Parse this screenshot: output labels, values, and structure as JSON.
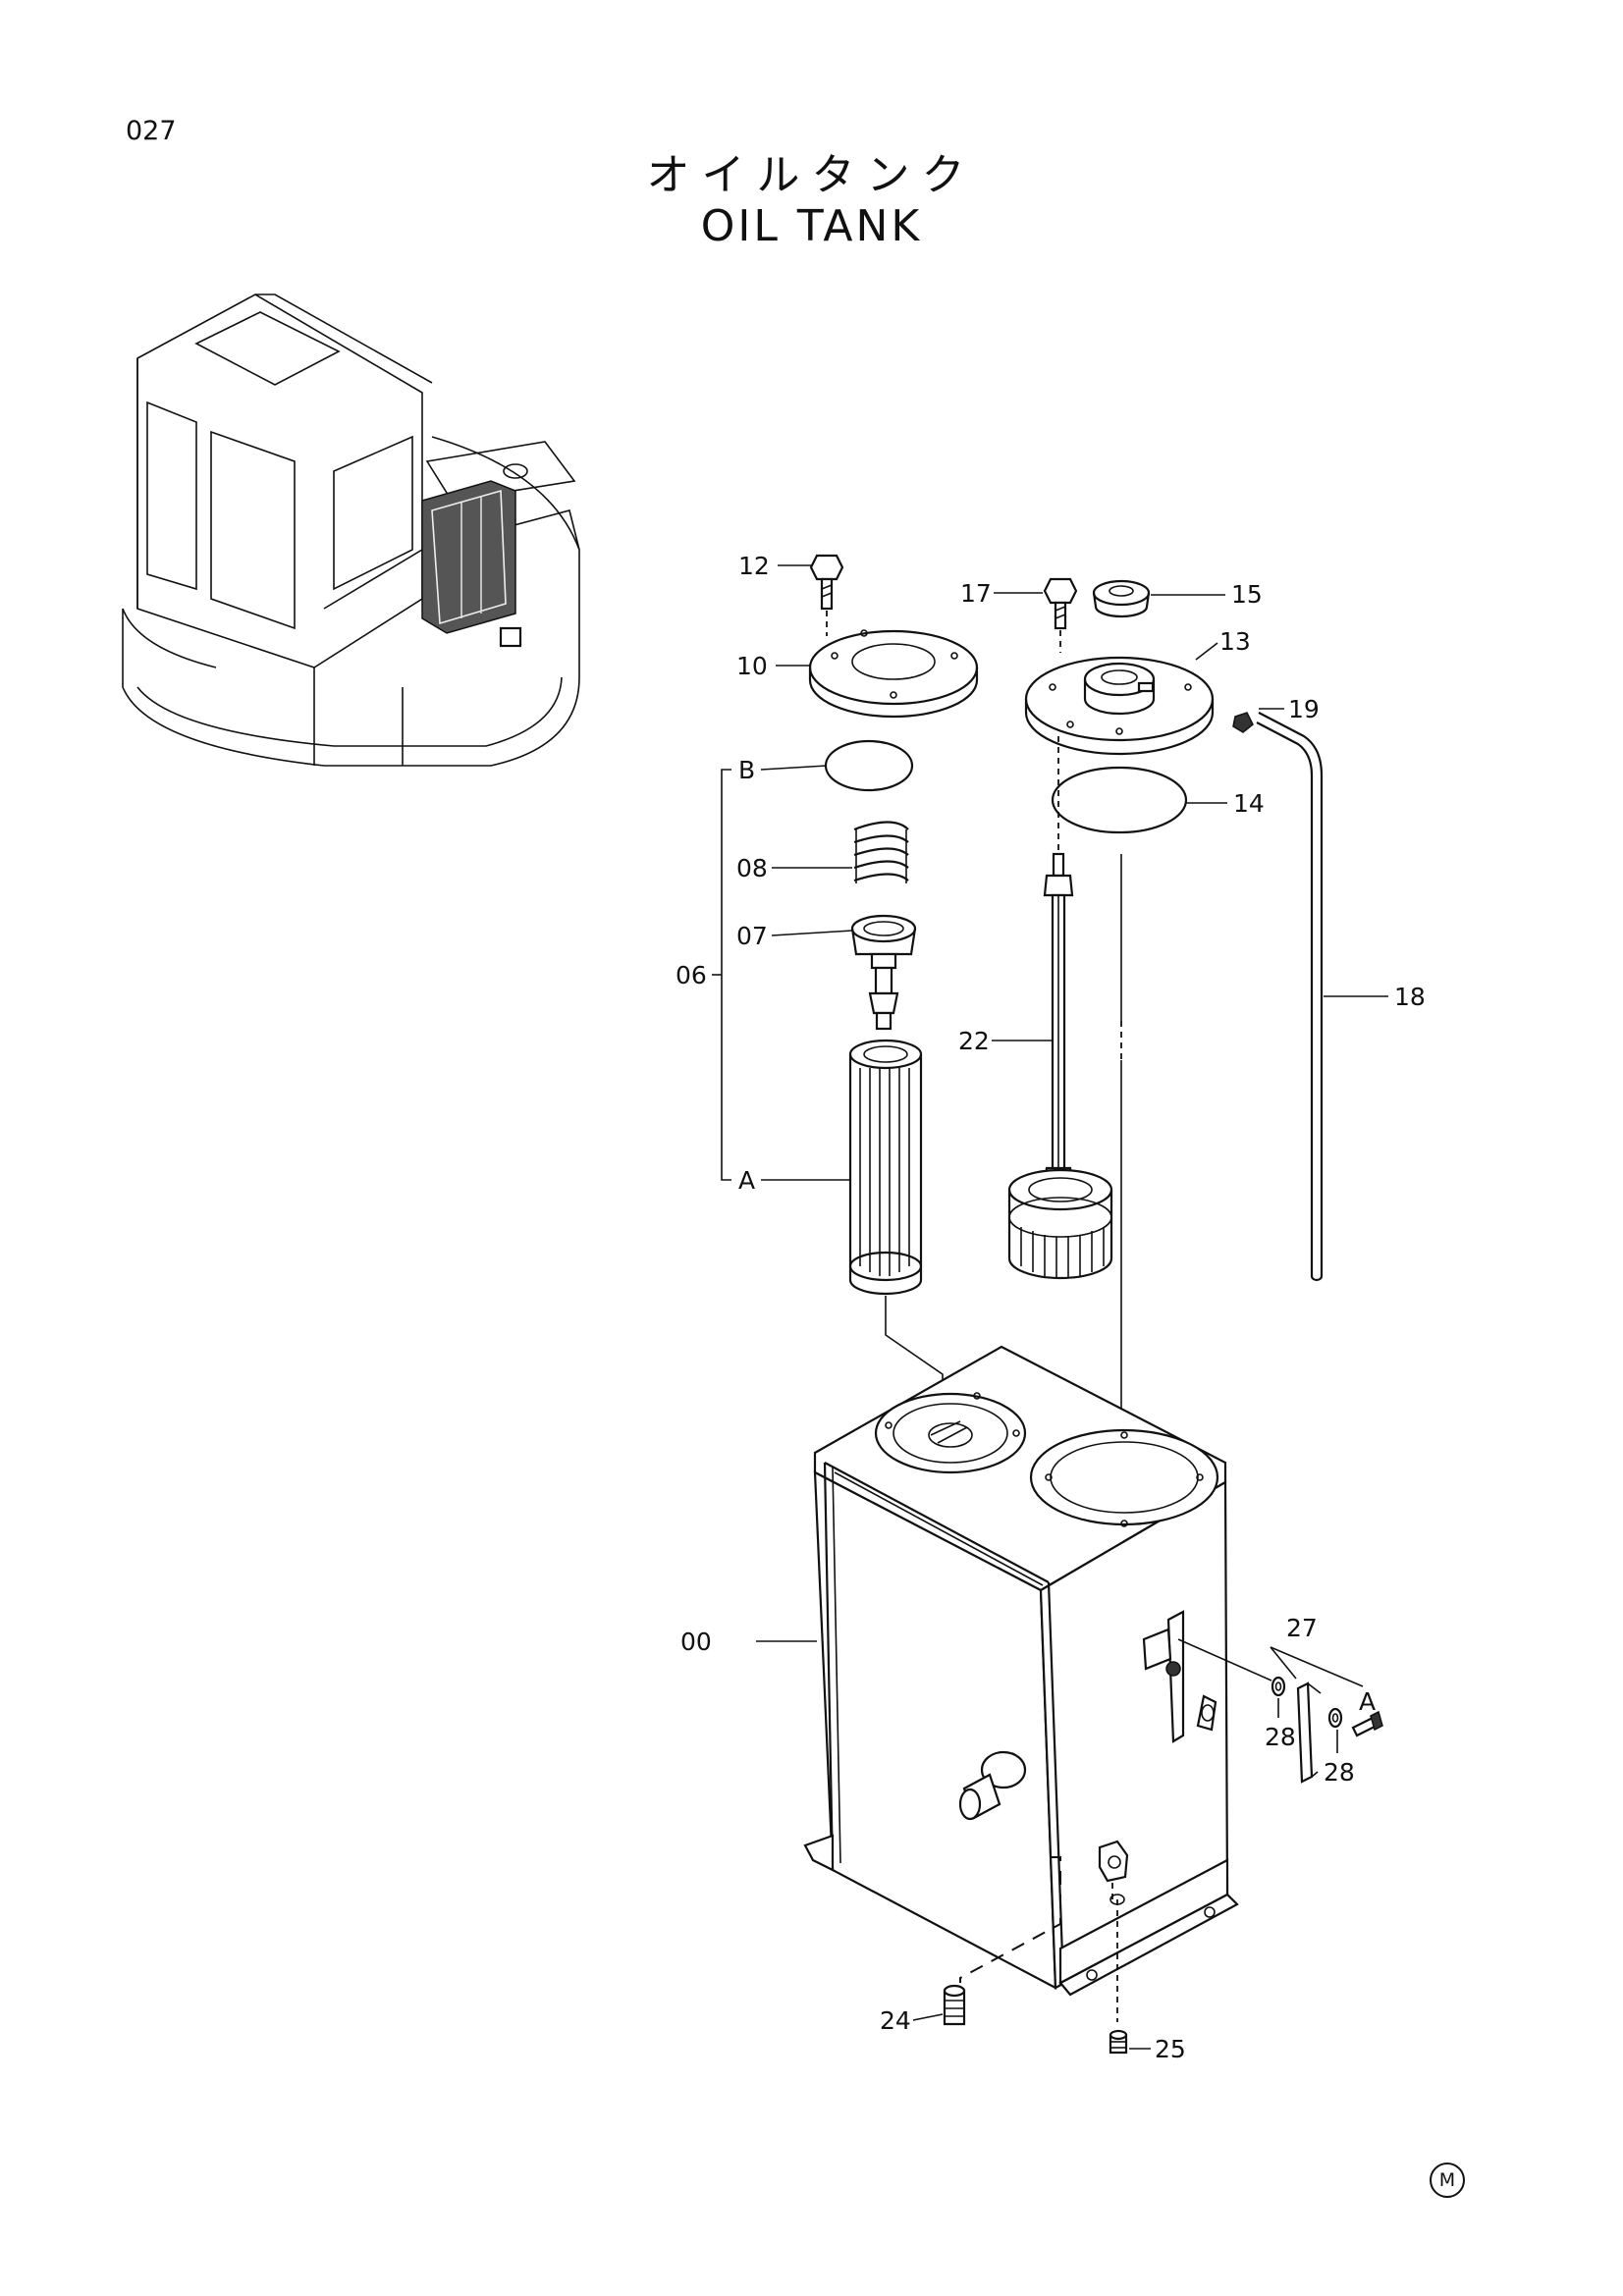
{
  "header": {
    "page_number": "027",
    "title_jp": "オイルタンク",
    "title_en": "OIL TANK"
  },
  "footer": {
    "mark": "M"
  },
  "callouts": {
    "c00": "00",
    "c06": "06",
    "c07": "07",
    "c08": "08",
    "c10": "10",
    "c12": "12",
    "c13": "13",
    "c14": "14",
    "c15": "15",
    "c17": "17",
    "c18": "18",
    "c19": "19",
    "c22": "22",
    "c24": "24",
    "c25": "25",
    "c27": "27",
    "c28a": "28",
    "c28b": "28",
    "cA1": "A",
    "cB": "B",
    "cA2": "A"
  }
}
